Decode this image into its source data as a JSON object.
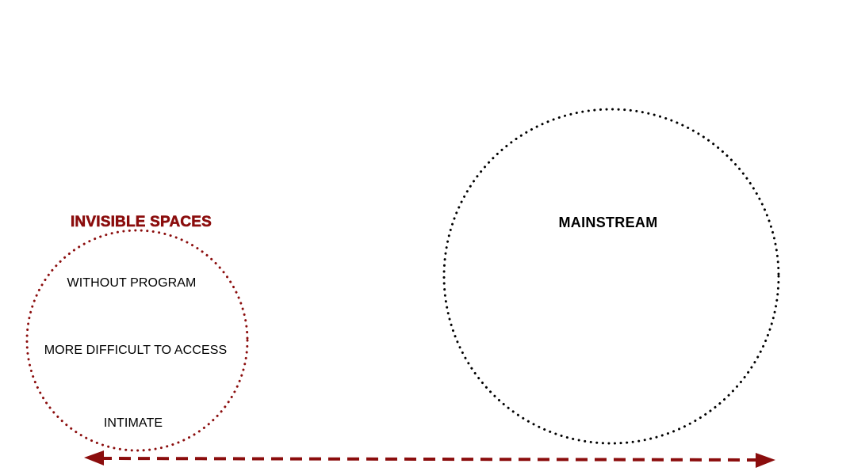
{
  "invisible_spaces": {
    "title": "INVISIBLE SPACES",
    "items": [
      "WITHOUT PROGRAM",
      "MORE DIFFICULT TO ACCESS",
      "INTIMATE"
    ],
    "color": "#8b0d0d"
  },
  "mainstream": {
    "title": "MAINSTREAM",
    "color": "#000000"
  },
  "connector": {
    "style": "dashed double-headed arrow",
    "color": "#8b0d0d"
  }
}
